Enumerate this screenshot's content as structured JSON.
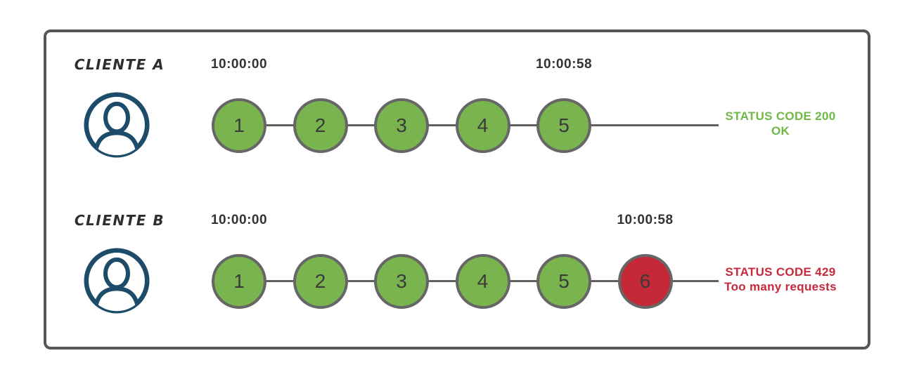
{
  "colors": {
    "box_border": "#565656",
    "circle_border": "#666666",
    "circle_green": "#79b44e",
    "circle_red": "#c52938",
    "line": "#5f5f5f",
    "status_ok": "#6fb847",
    "status_error": "#c7293a",
    "avatar": "#1c4c69",
    "label": "#2e2e2e",
    "timestamp": "#333333",
    "number": "#3a3a3a"
  },
  "rows": [
    {
      "id": "cliente-a",
      "label": "CLIENTE A",
      "start_time": "10:00:00",
      "end_time": "10:00:58",
      "requests": [
        {
          "n": "1",
          "status": "ok"
        },
        {
          "n": "2",
          "status": "ok"
        },
        {
          "n": "3",
          "status": "ok"
        },
        {
          "n": "4",
          "status": "ok"
        },
        {
          "n": "5",
          "status": "ok"
        }
      ],
      "status_type": "ok",
      "status_line1": "STATUS CODE 200",
      "status_line2": "OK"
    },
    {
      "id": "cliente-b",
      "label": "CLIENTE B",
      "start_time": "10:00:00",
      "end_time": "10:00:58",
      "requests": [
        {
          "n": "1",
          "status": "ok"
        },
        {
          "n": "2",
          "status": "ok"
        },
        {
          "n": "3",
          "status": "ok"
        },
        {
          "n": "4",
          "status": "ok"
        },
        {
          "n": "5",
          "status": "ok"
        },
        {
          "n": "6",
          "status": "error"
        }
      ],
      "status_type": "error",
      "status_line1": "STATUS CODE 429",
      "status_line2": "Too many requests"
    }
  ]
}
